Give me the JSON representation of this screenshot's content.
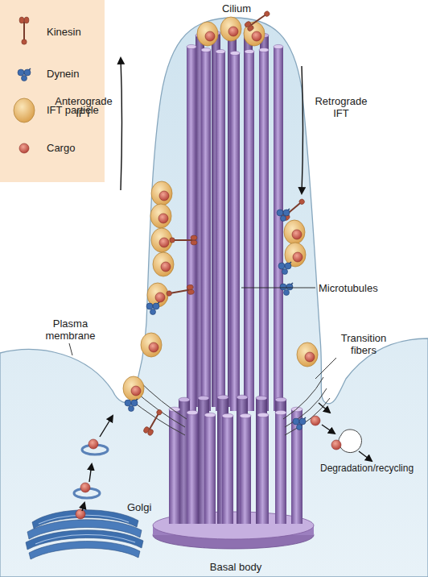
{
  "diagram": {
    "labels": [
      "Cilium",
      "Anterograde IFT",
      "Retrograde IFT",
      "Microtubules",
      "Plasma membrane",
      "Transition fibers",
      "Degradation/recycling",
      "Golgi",
      "Basal body"
    ],
    "legend": [
      {
        "text": "Kinesin"
      },
      {
        "text": "Dynein"
      },
      {
        "text": "IFT particle"
      },
      {
        "text": "Cargo"
      }
    ]
  }
}
